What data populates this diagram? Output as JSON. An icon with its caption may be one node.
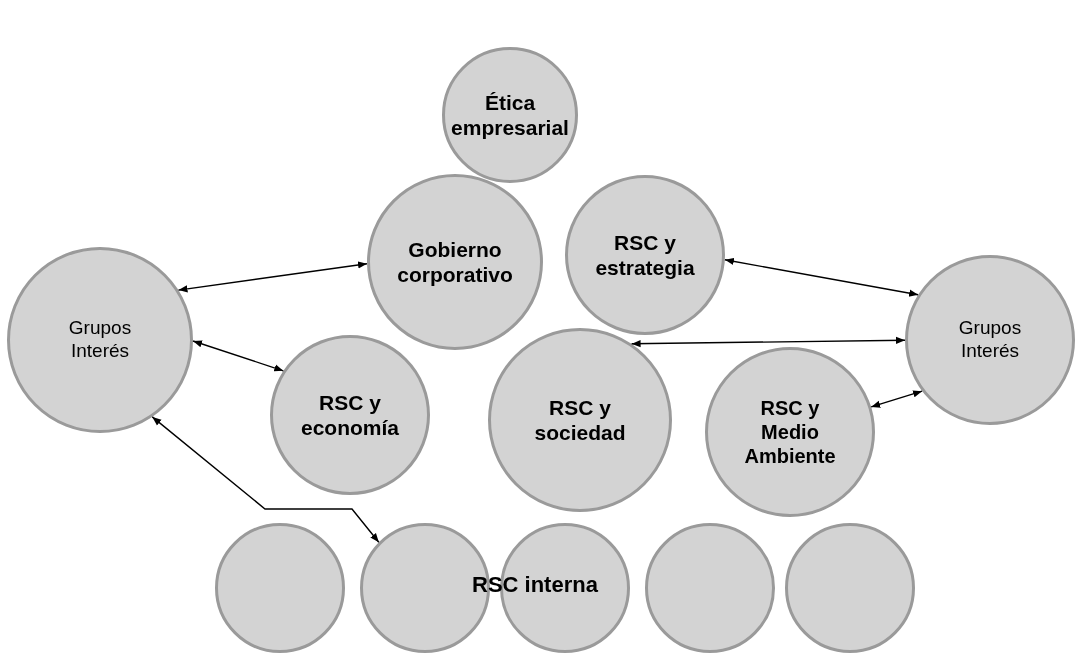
{
  "diagram": {
    "nodes": [
      {
        "text": [
          "Ética empresarial"
        ]
      },
      {
        "text": [
          "Gobierno corporativo"
        ]
      },
      {
        "text": [
          "RSC y estrategia"
        ]
      },
      {
        "text": [
          "Grupos Interés"
        ]
      },
      {
        "text": [
          "Grupos Interés"
        ]
      },
      {
        "text": [
          "RSC y economía"
        ]
      },
      {
        "text": [
          "RSC y sociedad"
        ]
      },
      {
        "text": [
          "RSC y Medio Ambiente"
        ]
      },
      {
        "text": [],
        "shape": "circle"
      },
      {
        "text": [],
        "shape": "circle"
      },
      {
        "text": [],
        "shape": "circle"
      },
      {
        "text": [],
        "shape": "circle"
      },
      {
        "text": [],
        "shape": "circle"
      }
    ],
    "edges": [
      {
        "from": 3,
        "to": 1,
        "arrow": "both"
      },
      {
        "from": 2,
        "to": 4,
        "arrow": "both"
      },
      {
        "from": 3,
        "to": 5,
        "arrow": "both"
      },
      {
        "from": 6,
        "to": 4,
        "arrow": "both"
      },
      {
        "from": 7,
        "to": 4,
        "arrow": "both"
      },
      {
        "from": 3,
        "to": 9,
        "arrow": "both"
      }
    ],
    "labels": [
      "RSC interna"
    ]
  }
}
